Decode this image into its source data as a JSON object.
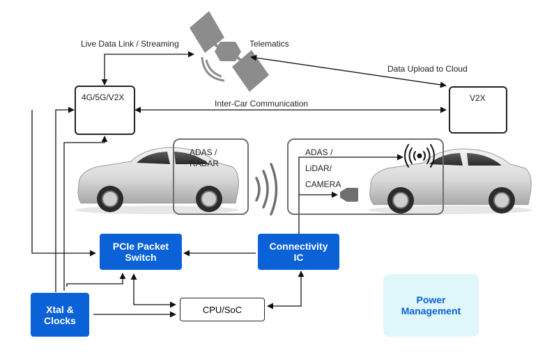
{
  "labels": {
    "live_data_link": "Live Data Link / Streaming",
    "telematics": "Telematics",
    "data_upload": "Data Upload to Cloud",
    "inter_car": "Inter-Car Communication",
    "radio_4g": "4G/5G/V2X",
    "v2x": "V2X",
    "adas_radar_line1": "ADAS /",
    "adas_radar_line2": "RADAR",
    "adas_lidar_line1": "ADAS /",
    "adas_lidar_line2": "LiDAR/",
    "adas_lidar_line3": "CAMERA",
    "pcie_line1": "PCIe Packet",
    "pcie_line2": "Switch",
    "connectivity_line1": "Connectivity",
    "connectivity_line2": "IC",
    "xtal_line1": "Xtal &",
    "xtal_line2": "Clocks",
    "cpu": "CPU/SoC",
    "power_line1": "Power",
    "power_line2": "Management"
  },
  "colors": {
    "accent_blue": "#0b62d6",
    "power_bg": "#dff6fb",
    "frame_gray": "#6f6f6f",
    "satellite_gray": "#8c8c8c"
  },
  "icons": [
    "satellite-icon",
    "wifi-icon",
    "radio-wave-icon",
    "wireless-signal-icon",
    "camera-icon",
    "car-icon"
  ]
}
